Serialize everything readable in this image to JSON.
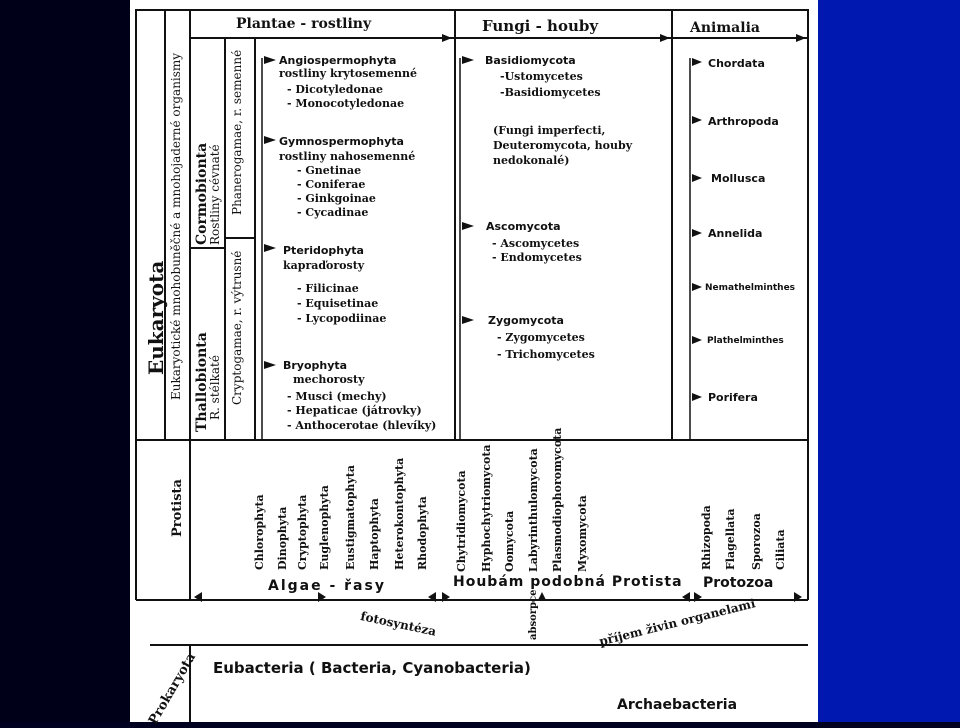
{
  "header": {
    "plantae": "Plantae - rostliny",
    "fungi": "Fungi - houby",
    "animalia": "Animalia"
  },
  "side_labels": {
    "eukaryota": "Eukaryota",
    "eukaryota_sub": "Eukaryotické mnohobuněčné a mnohojaderné organismy",
    "cormobionta": "Cormobionta",
    "cormobionta_sub": "Rostliny cévnaté",
    "thallobionta": "Thallobionta",
    "thallobionta_sub": "R. stélkaté",
    "phanerogamae": "Phanerogamae, r. semenné",
    "cryptogamae": "Cryptogamae, r. výtrusné",
    "protista": "Protista",
    "prokaryota": "Prokaryota"
  },
  "plants": {
    "angio_title": "Angiospermophyta",
    "angio_sub": "rostliny krytosemenné",
    "angio_items": [
      "- Dicotyledonae",
      "- Monocotyledonae"
    ],
    "gymno_title": "Gymnospermophyta",
    "gymno_sub": "rostliny nahosemenné",
    "gymno_items": [
      "- Gnetinae",
      "- Coniferae",
      "- Ginkgoinae",
      "- Cycadinae"
    ],
    "pterido_title": "Pteridophyta",
    "pterido_sub": "kapraďorosty",
    "pterido_items": [
      "- Filicinae",
      "- Equisetinae",
      "- Lycopodiinae"
    ],
    "bryo_title": "Bryophyta",
    "bryo_sub": "mechorosty",
    "bryo_items": [
      "- Musci (mechy)",
      "- Hepaticae (játrovky)",
      "- Anthocerotae (hlevíky)"
    ]
  },
  "fungi": {
    "basidio_title": "Basidiomycota",
    "basidio_items": [
      "-Ustomycetes",
      "-Basidiomycetes"
    ],
    "imperfecti": [
      "(Fungi imperfecti,",
      "Deuteromycota, houby",
      "nedokonalé)"
    ],
    "asco_title": "Ascomycota",
    "asco_items": [
      "- Ascomycetes",
      "- Endomycetes"
    ],
    "zygo_title": "Zygomycota",
    "zygo_items": [
      "- Zygomycetes",
      "- Trichomycetes"
    ]
  },
  "animals": [
    "Chordata",
    "Arthropoda",
    "Mollusca",
    "Annelida",
    "Nemathelminthes",
    "Plathelminthes",
    "Porifera"
  ],
  "protista": {
    "algae": [
      "Chlorophyta",
      "Dinophyta",
      "Cryptophyta",
      "Euglenophyta",
      "Eustigmatophyta",
      "Haptophyta",
      "Heterokontophyta",
      "Rhodophyta"
    ],
    "fungal": [
      "Chytridiomycota",
      "Hyphochytriomycota",
      "Oomycota",
      "Labyrinthulomycota",
      "Plasmodiophoromycota",
      "Myxomycota"
    ],
    "protozoa": [
      "Rhizopoda",
      "Flagellata",
      "Sporozoa",
      "Ciliata"
    ],
    "group_algae": "Algae - řasy",
    "group_fungal": "Houbám podobná Protista",
    "group_protozoa": "Protozoa",
    "fotosynteza": "fotosyntéza",
    "absorpce": "absorpce",
    "prijem": "příjem živin organelami"
  },
  "prokaryota": {
    "eubacteria": "Eubacteria ( Bacteria, Cyanobacteria)",
    "archaebacteria": "Archaebacteria"
  }
}
